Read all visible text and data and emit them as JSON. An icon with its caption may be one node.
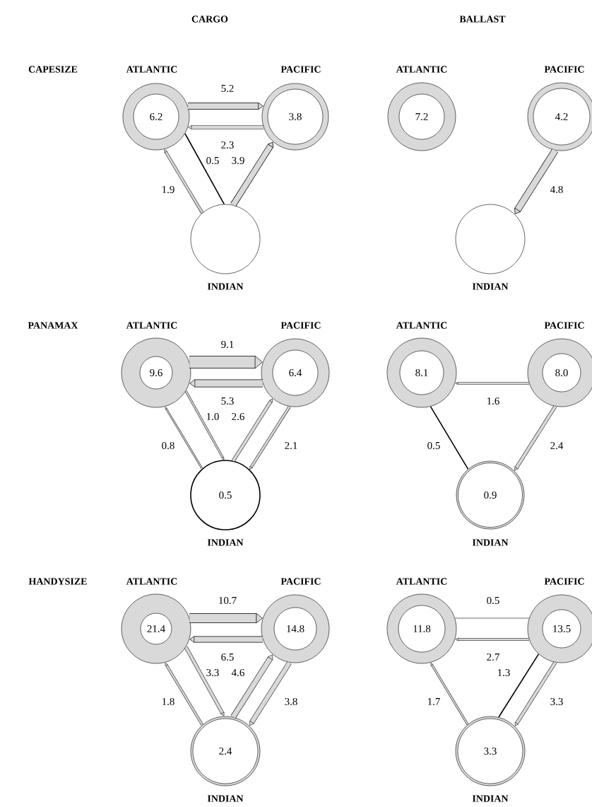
{
  "diagram": {
    "nodes": [
      {
        "text": [
          "ATLANTIC",
          "6.2"
        ]
      },
      {
        "text": [
          "PACIFIC",
          "3.8"
        ]
      },
      {
        "text": [
          "INDIAN"
        ]
      },
      {
        "text": [
          "ATLANTIC",
          "7.2"
        ]
      },
      {
        "text": [
          "PACIFIC",
          "4.2"
        ]
      },
      {
        "text": [
          "INDIAN"
        ]
      },
      {
        "text": [
          "ATLANTIC",
          "9.6"
        ]
      },
      {
        "text": [
          "PACIFIC",
          "6.4"
        ]
      },
      {
        "text": [
          "0.5",
          "INDIAN"
        ]
      },
      {
        "text": [
          "ATLANTIC",
          "8.1"
        ]
      },
      {
        "text": [
          "PACIFIC",
          "8.0"
        ]
      },
      {
        "text": [
          "0.9",
          "INDIAN"
        ]
      },
      {
        "text": [
          "ATLANTIC",
          "21.4"
        ]
      },
      {
        "text": [
          "PACIFIC",
          "14.8"
        ]
      },
      {
        "text": [
          "2.4",
          "INDIAN"
        ]
      },
      {
        "text": [
          "ATLANTIC",
          "11.8"
        ]
      },
      {
        "text": [
          "PACIFIC",
          "13.5"
        ]
      },
      {
        "text": [
          "3.3",
          "INDIAN"
        ]
      }
    ],
    "edges": [
      {
        "from": 0,
        "to": 1,
        "arrow": "to",
        "label": "5.2",
        "style": "thick"
      },
      {
        "from": 1,
        "to": 0,
        "arrow": "to",
        "label": "2.3"
      },
      {
        "from": 2,
        "to": 0,
        "arrow": "to",
        "label": "1.9"
      },
      {
        "from": 0,
        "to": 2,
        "arrow": "none",
        "label": "0.5"
      },
      {
        "from": 2,
        "to": 1,
        "arrow": "to",
        "label": "3.9",
        "style": "thick"
      },
      {
        "from": 4,
        "to": 5,
        "arrow": "to",
        "label": "4.8",
        "style": "thick"
      },
      {
        "from": 6,
        "to": 7,
        "arrow": "to",
        "label": "9.1",
        "style": "thick"
      },
      {
        "from": 7,
        "to": 6,
        "arrow": "to",
        "label": "5.3",
        "style": "thick"
      },
      {
        "from": 8,
        "to": 6,
        "arrow": "to",
        "label": "0.8"
      },
      {
        "from": 6,
        "to": 8,
        "arrow": "to",
        "label": "1.0"
      },
      {
        "from": 8,
        "to": 7,
        "arrow": "to",
        "label": "2.6"
      },
      {
        "from": 7,
        "to": 8,
        "arrow": "to",
        "label": "2.1"
      },
      {
        "from": 10,
        "to": 9,
        "arrow": "to",
        "label": "1.6"
      },
      {
        "from": 11,
        "to": 9,
        "arrow": "none",
        "label": "0.5"
      },
      {
        "from": 10,
        "to": 11,
        "arrow": "to",
        "label": "2.4"
      },
      {
        "from": 12,
        "to": 13,
        "arrow": "to",
        "label": "10.7",
        "style": "thick"
      },
      {
        "from": 13,
        "to": 12,
        "arrow": "to",
        "label": "6.5",
        "style": "thick"
      },
      {
        "from": 14,
        "to": 12,
        "arrow": "to",
        "label": "1.8"
      },
      {
        "from": 12,
        "to": 14,
        "arrow": "to",
        "label": "3.3"
      },
      {
        "from": 14,
        "to": 13,
        "arrow": "to",
        "label": "4.6"
      },
      {
        "from": 13,
        "to": 14,
        "arrow": "to",
        "label": "3.8"
      },
      {
        "from": 15,
        "to": 16,
        "arrow": "none",
        "label": "0.5"
      },
      {
        "from": 16,
        "to": 15,
        "arrow": "to",
        "label": "2.7"
      },
      {
        "from": 17,
        "to": 15,
        "arrow": "to",
        "label": "1.7"
      },
      {
        "from": 17,
        "to": 16,
        "arrow": "none",
        "label": "1.3"
      },
      {
        "from": 16,
        "to": 17,
        "arrow": "to",
        "label": "3.3"
      }
    ],
    "labels": [
      "CARGO",
      "BALLAST",
      "CAPESIZE",
      "PANAMAX",
      "HANDYSIZE"
    ]
  }
}
